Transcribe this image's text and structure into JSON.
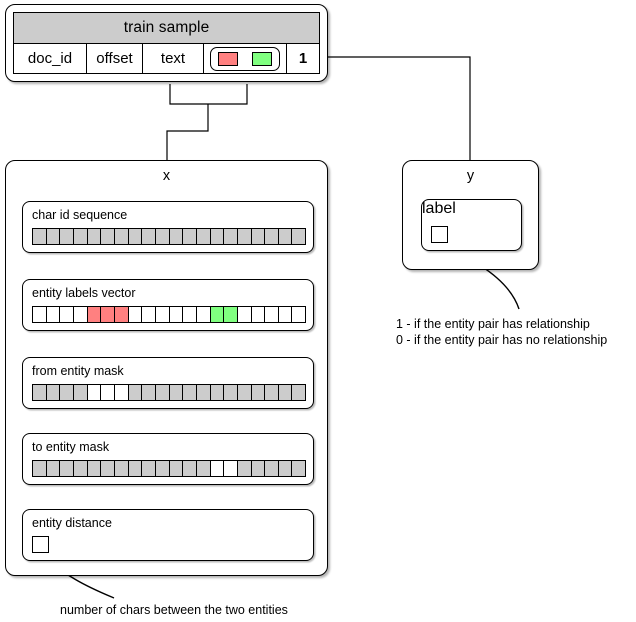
{
  "diagram": {
    "colors": {
      "entity_from": "#ff8080",
      "entity_to": "#80ff80",
      "mask_filled": "#cccccc",
      "header_bg": "#cccccc",
      "stroke": "#000000"
    }
  },
  "train_sample": {
    "title": "train sample",
    "columns": [
      {
        "label": "doc_id"
      },
      {
        "label": "offset"
      },
      {
        "label": "text"
      }
    ],
    "entity_pair": {
      "from_swatch_name": "from-entity-swatch",
      "to_swatch_name": "to-entity-swatch"
    },
    "label_value": "1"
  },
  "x_group": {
    "title": "x",
    "features": [
      {
        "key": "char_id_sequence",
        "label": "char id sequence",
        "kind": "vector",
        "length": 20,
        "cells": [
          "gray",
          "gray",
          "gray",
          "gray",
          "gray",
          "gray",
          "gray",
          "gray",
          "gray",
          "gray",
          "gray",
          "gray",
          "gray",
          "gray",
          "gray",
          "gray",
          "gray",
          "gray",
          "gray",
          "gray"
        ]
      },
      {
        "key": "entity_labels_vector",
        "label": "entity labels vector",
        "kind": "vector",
        "length": 20,
        "cells": [
          "white",
          "white",
          "white",
          "white",
          "red",
          "red",
          "red",
          "white",
          "white",
          "white",
          "white",
          "white",
          "white",
          "green",
          "green",
          "white",
          "white",
          "white",
          "white",
          "white"
        ]
      },
      {
        "key": "from_entity_mask",
        "label": "from entity mask",
        "kind": "vector",
        "length": 20,
        "cells": [
          "gray",
          "gray",
          "gray",
          "gray",
          "white",
          "white",
          "white",
          "gray",
          "gray",
          "gray",
          "gray",
          "gray",
          "gray",
          "gray",
          "gray",
          "gray",
          "gray",
          "gray",
          "gray",
          "gray"
        ]
      },
      {
        "key": "to_entity_mask",
        "label": "to entity mask",
        "kind": "vector",
        "length": 20,
        "cells": [
          "gray",
          "gray",
          "gray",
          "gray",
          "gray",
          "gray",
          "gray",
          "gray",
          "gray",
          "gray",
          "gray",
          "gray",
          "gray",
          "white",
          "white",
          "gray",
          "gray",
          "gray",
          "gray",
          "gray"
        ]
      },
      {
        "key": "entity_distance",
        "label": "entity distance",
        "kind": "scalar",
        "length": 1,
        "cells": [
          "white"
        ]
      }
    ]
  },
  "y_group": {
    "title": "y",
    "features": [
      {
        "key": "label",
        "label": "label",
        "kind": "scalar",
        "length": 1,
        "cells": [
          "white"
        ]
      }
    ]
  },
  "annotations": {
    "label_description_line1": "1 - if the entity pair has relationship",
    "label_description_line2": "0 - if the entity pair has no relationship",
    "entity_distance_description": "number of chars between the two entities"
  }
}
